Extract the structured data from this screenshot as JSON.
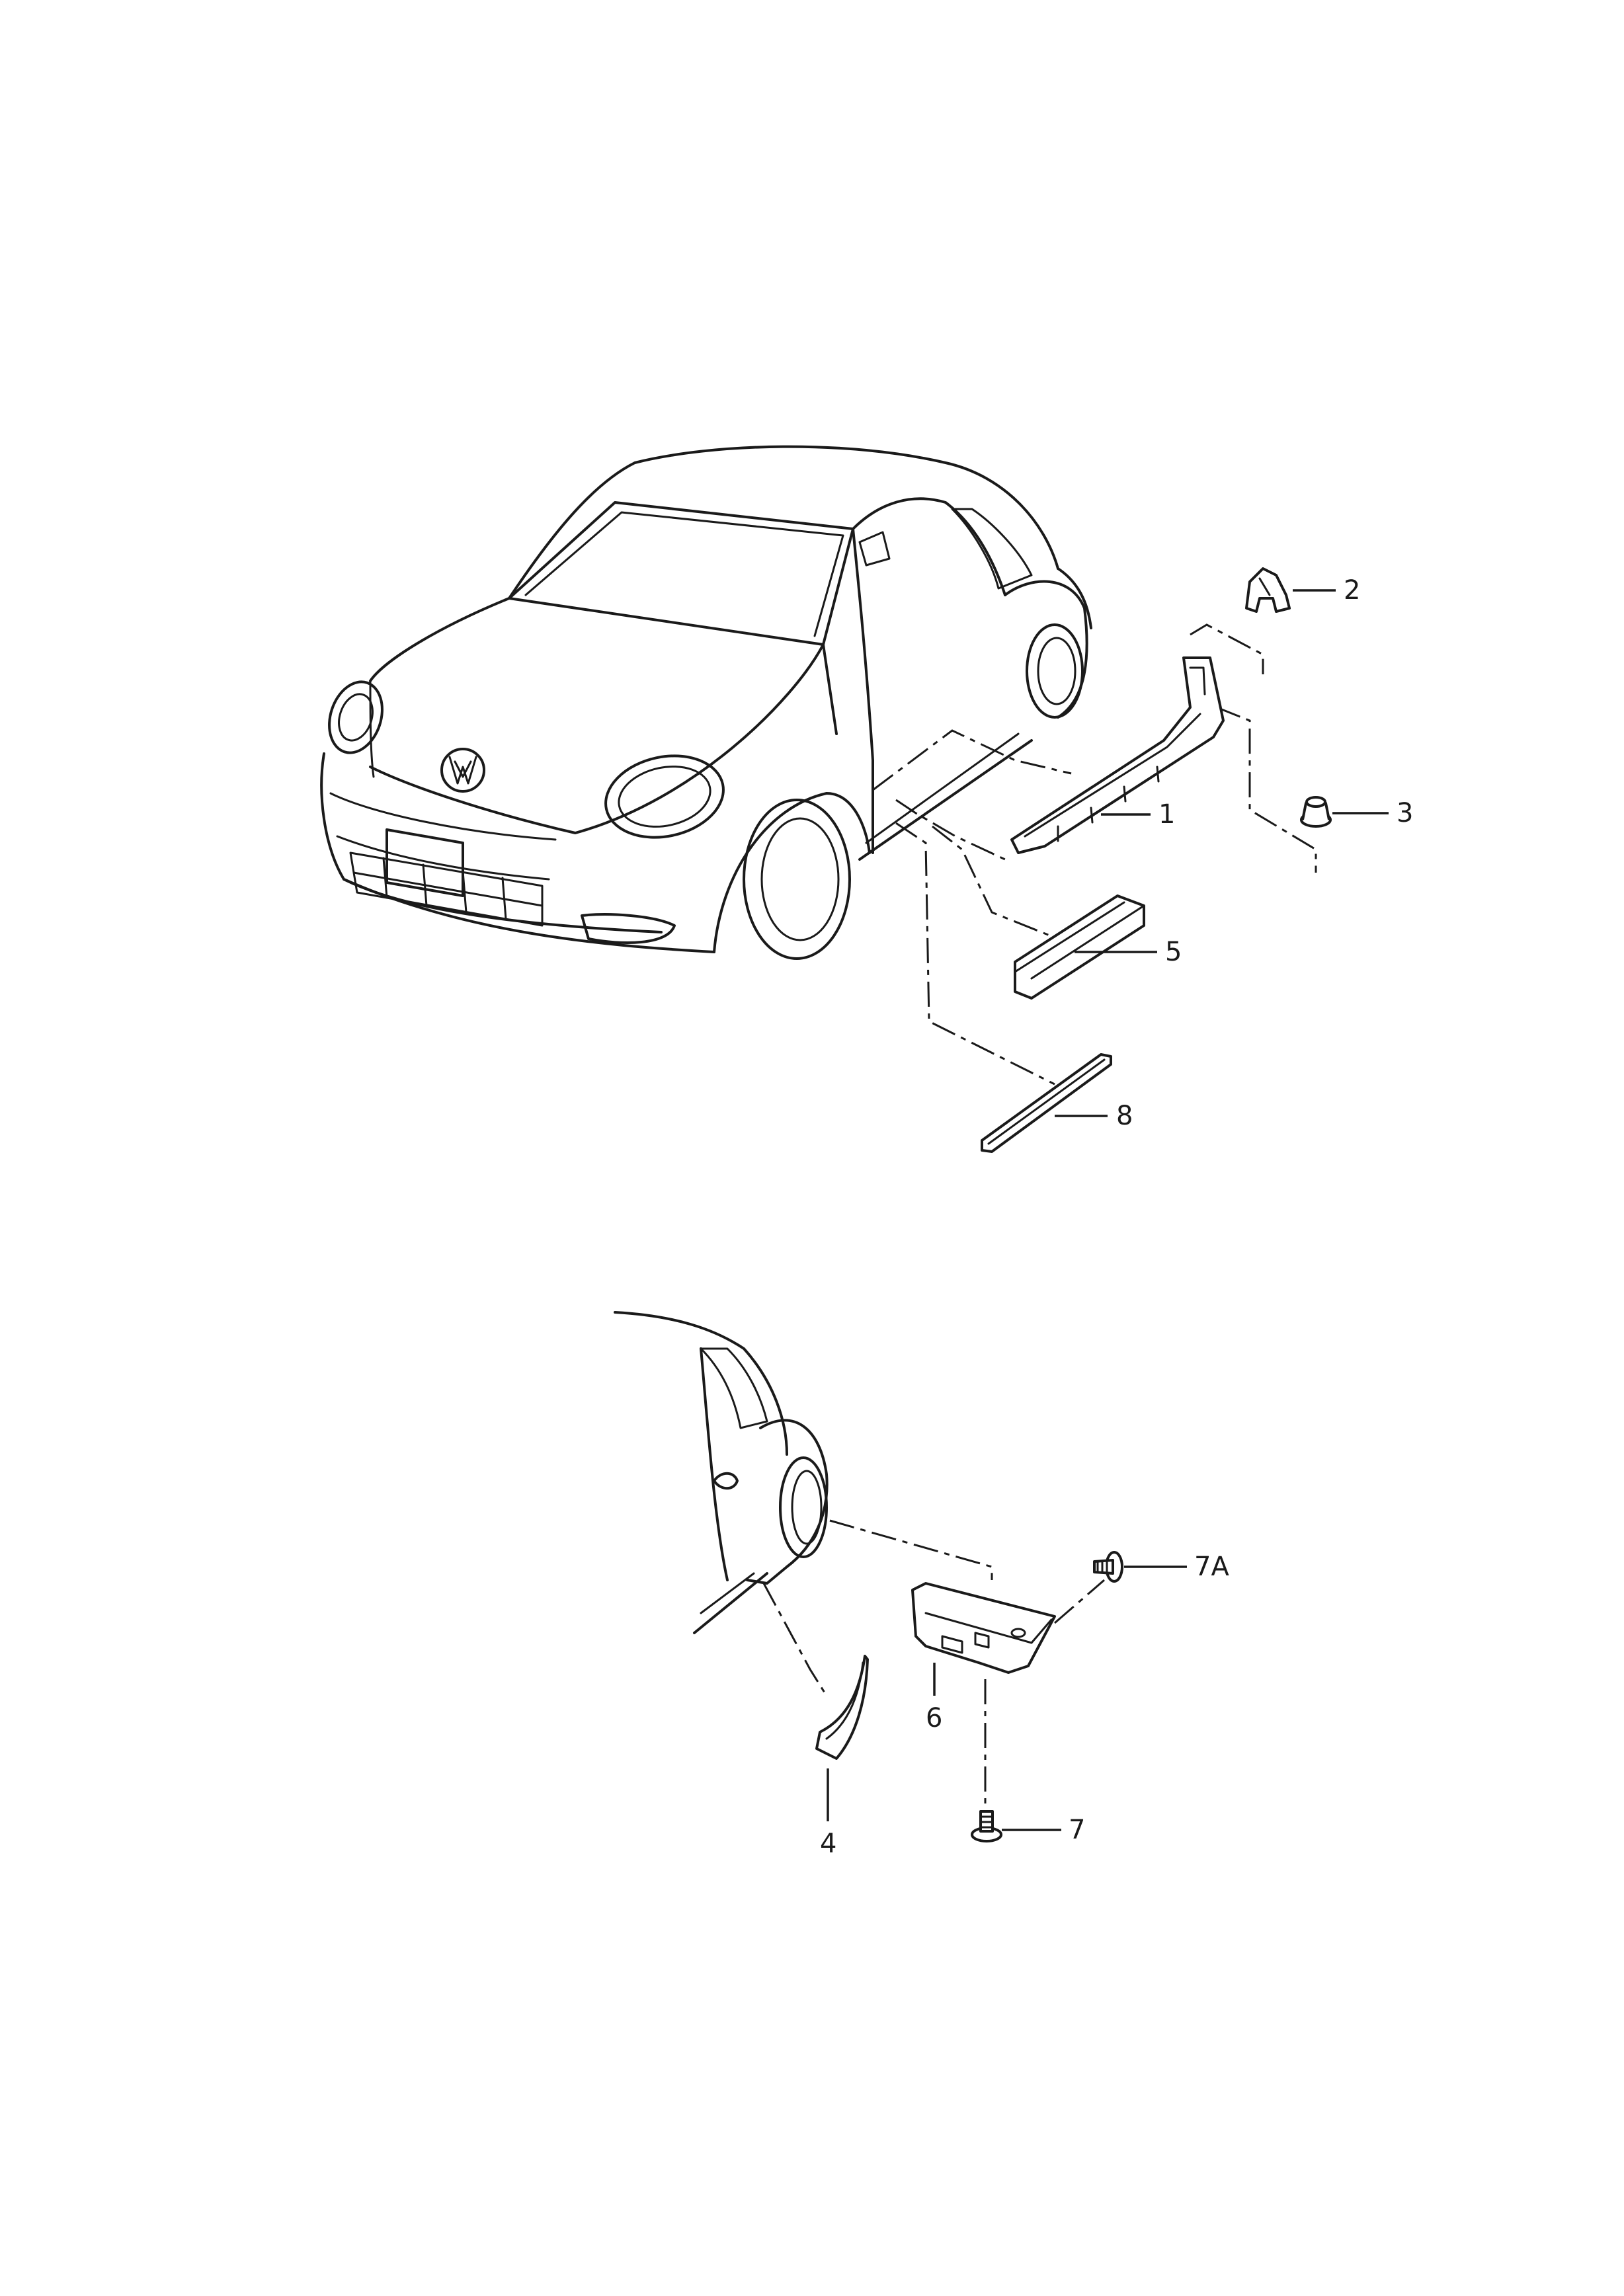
{
  "callouts": {
    "c1": "1",
    "c2": "2",
    "c3": "3",
    "c4": "4",
    "c5": "5",
    "c6": "6",
    "c7": "7",
    "c7a": "7A",
    "c8": "8"
  },
  "colors": {
    "ink": "#1a1a1a",
    "background": "#ffffff"
  }
}
